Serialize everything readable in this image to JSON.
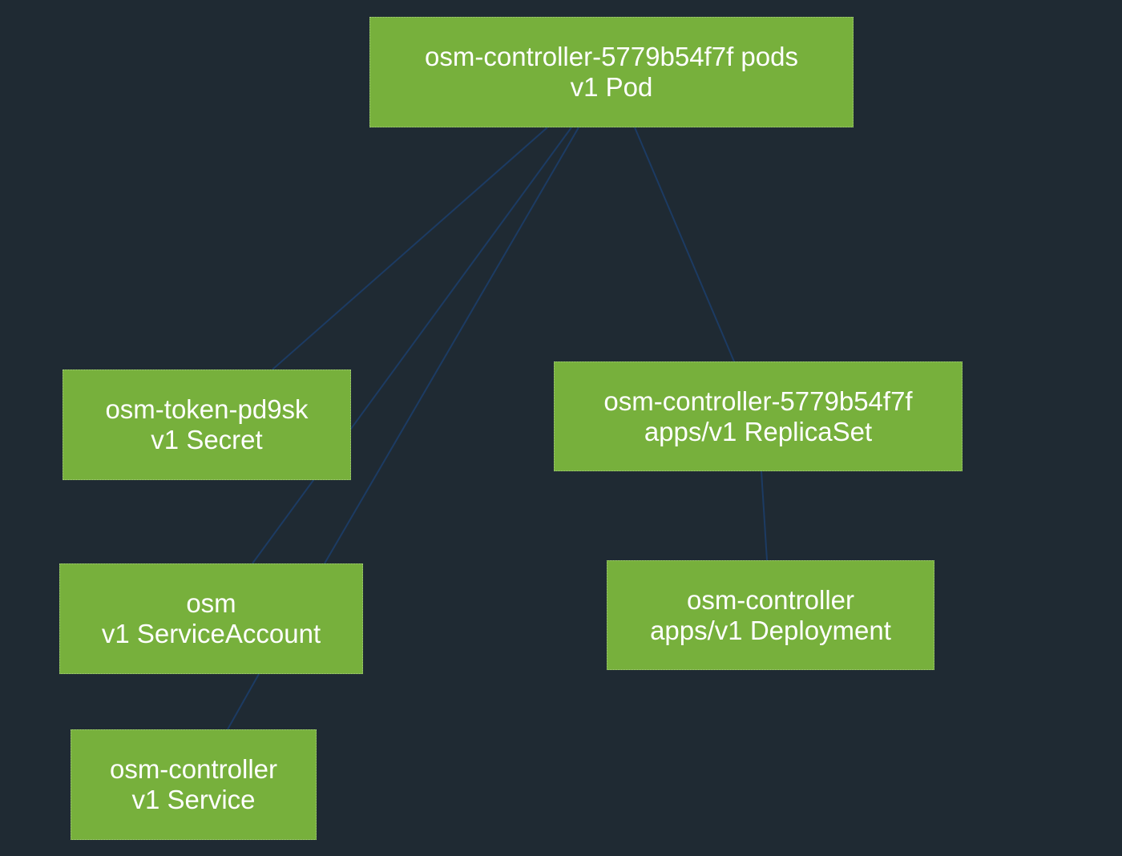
{
  "colors": {
    "background": "#1f2a33",
    "node_fill": "#77b03c",
    "node_text": "#ffffff",
    "edge": "#1c3b63"
  },
  "nodes": {
    "pod": {
      "name": "osm-controller-5779b54f7f pods",
      "kind": "v1 Pod"
    },
    "secret": {
      "name": "osm-token-pd9sk",
      "kind": "v1 Secret"
    },
    "replicaset": {
      "name": "osm-controller-5779b54f7f",
      "kind": "apps/v1 ReplicaSet"
    },
    "serviceaccount": {
      "name": "osm",
      "kind": "v1 ServiceAccount"
    },
    "deployment": {
      "name": "osm-controller",
      "kind": "apps/v1 Deployment"
    },
    "service": {
      "name": "osm-controller",
      "kind": "v1 Service"
    }
  },
  "edges": [
    {
      "from": "pod",
      "to": "secret"
    },
    {
      "from": "pod",
      "to": "serviceaccount"
    },
    {
      "from": "pod",
      "to": "serviceaccount"
    },
    {
      "from": "pod",
      "to": "replicaset"
    },
    {
      "from": "replicaset",
      "to": "deployment"
    },
    {
      "from": "serviceaccount",
      "to": "service"
    }
  ]
}
